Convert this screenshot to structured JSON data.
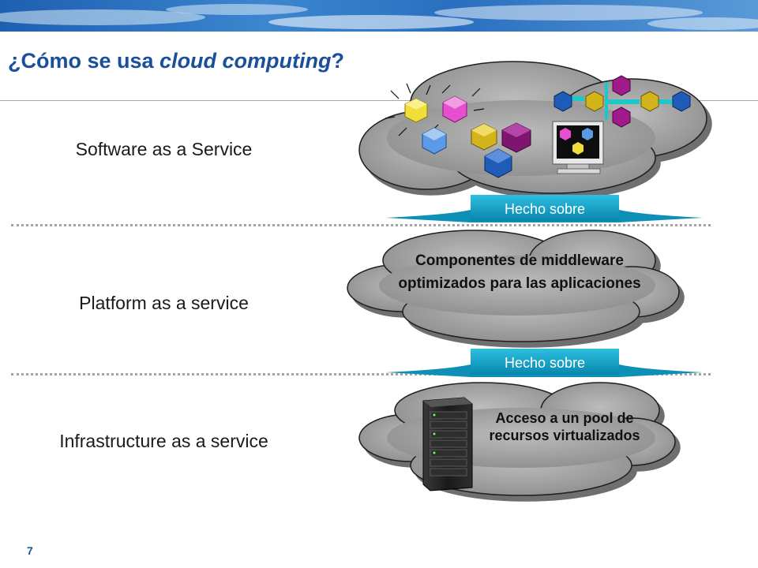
{
  "slide": {
    "title_prefix": "¿Cómo se usa ",
    "title_emphasis": "cloud computing",
    "title_suffix": "?",
    "page_number": "7"
  },
  "layers": [
    {
      "label": "Software as a Service"
    },
    {
      "label": "Platform as a service",
      "cloud_text": "Componentes de middleware optimizados para las aplicaciones"
    },
    {
      "label": "Infrastructure as a service",
      "cloud_text": "Acceso a un pool de recursos virtualizados"
    }
  ],
  "connectors": [
    {
      "label": "Hecho sobre"
    },
    {
      "label": "Hecho sobre"
    }
  ],
  "icons": {
    "software_cubes": "app-component-cubes",
    "workflow": "service-workflow-cubes",
    "monitor": "desktop-monitor",
    "server": "server-rack"
  },
  "colors": {
    "title": "#1a4f9c",
    "cloud_fill": "#a9a9a9",
    "connector_fill": "#0f9dc2",
    "connector_text": "#ffffff",
    "cube_yellow": "#e8d02a",
    "cube_magenta": "#e040c8",
    "cube_blue": "#2a6fd0",
    "cube_purple": "#8a1a78"
  }
}
